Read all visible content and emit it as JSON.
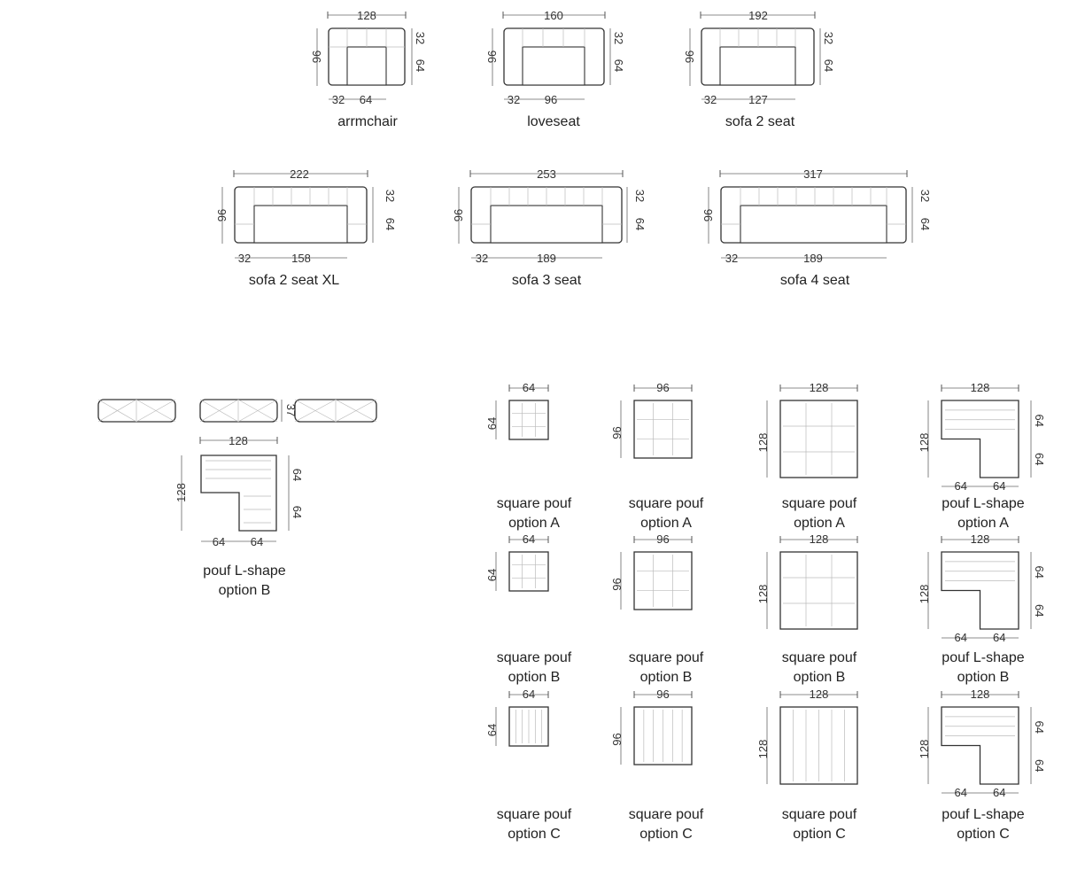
{
  "sofas": [
    {
      "name": "arrmchair",
      "width": "128",
      "depth": "96",
      "arm": "32",
      "back": "32",
      "seat_depth": "64",
      "arm_w": "32",
      "seat_w": "64"
    },
    {
      "name": "loveseat",
      "width": "160",
      "depth": "96",
      "arm": "32",
      "back": "32",
      "seat_depth": "64",
      "arm_w": "32",
      "seat_w": "96"
    },
    {
      "name": "sofa 2 seat",
      "width": "192",
      "depth": "96",
      "arm": "32",
      "back": "32",
      "seat_depth": "64",
      "arm_w": "32",
      "seat_w": "127"
    },
    {
      "name": "sofa 2 seat XL",
      "width": "222",
      "depth": "96",
      "arm": "32",
      "back": "32",
      "seat_depth": "64",
      "arm_w": "32",
      "seat_w": "158"
    },
    {
      "name": "sofa 3 seat",
      "width": "253",
      "depth": "96",
      "arm": "32",
      "back": "32",
      "seat_depth": "64",
      "arm_w": "32",
      "seat_w": "189"
    },
    {
      "name": "sofa 4 seat",
      "width": "317",
      "depth": "96",
      "arm": "32",
      "back": "32",
      "seat_depth": "64",
      "arm_w": "32",
      "seat_w": "189"
    }
  ],
  "elevation": {
    "height": "37"
  },
  "left_lshape": {
    "name_line1": "pouf L-shape",
    "name_line2": "option B",
    "width": "128",
    "depth": "128",
    "seg1": "64",
    "seg2": "64",
    "bottom1": "64",
    "bottom2": "64"
  },
  "poufs": {
    "rows": [
      {
        "option": "option A"
      },
      {
        "option": "option B"
      },
      {
        "option": "option C"
      }
    ],
    "cols": [
      {
        "name": "square pouf",
        "width": "64",
        "depth": "64"
      },
      {
        "name": "square pouf",
        "width": "96",
        "depth": "96"
      },
      {
        "name": "square pouf",
        "width": "128",
        "depth": "128"
      },
      {
        "name": "pouf L-shape",
        "width": "128",
        "depth": "128",
        "seg1": "64",
        "seg2": "64",
        "bottom1": "64",
        "bottom2": "64"
      }
    ]
  }
}
